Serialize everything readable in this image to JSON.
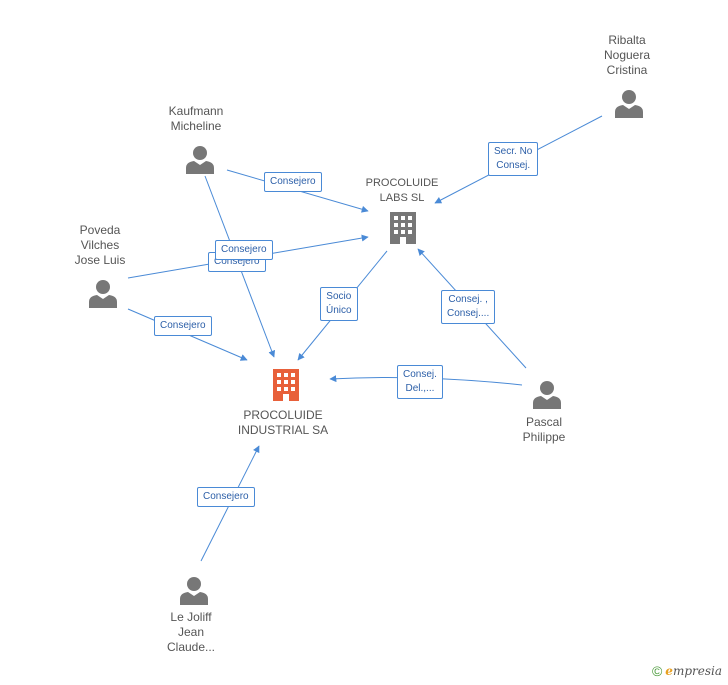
{
  "nodes": {
    "procoluide_industrial": {
      "lines": [
        "PROCOLUIDE",
        "INDUSTRIAL SA"
      ],
      "color": "#e8603a"
    },
    "procoluide_labs": {
      "lines": [
        "PROCOLUIDE",
        "LABS SL"
      ],
      "color": "#777777"
    },
    "ribalta": {
      "lines": [
        "Ribalta",
        "Noguera",
        "Cristina"
      ]
    },
    "kaufmann": {
      "lines": [
        "Kaufmann",
        "Micheline"
      ]
    },
    "poveda": {
      "lines": [
        "Poveda",
        "Vilches",
        "Jose Luis"
      ]
    },
    "pascal": {
      "lines": [
        "Pascal",
        "Philippe"
      ]
    },
    "lejoliff": {
      "lines": [
        "Le Joliff",
        "Jean",
        "Claude..."
      ]
    }
  },
  "edges": {
    "ribalta_labs": [
      "Secr.  No",
      "Consej."
    ],
    "kaufmann_labs": [
      "Consejero"
    ],
    "poveda_labs": [
      "Consejero"
    ],
    "kaufmann_industrial": [
      "Consejero"
    ],
    "poveda_industrial": [
      "Consejero"
    ],
    "labs_industrial": [
      "Socio",
      "Único"
    ],
    "pascal_labs": [
      "Consej. ,",
      "Consej...."
    ],
    "pascal_industrial": [
      "Consej.",
      "Del.,..."
    ],
    "lejoliff_industrial": [
      "Consejero"
    ]
  },
  "footer": {
    "copyright": "©",
    "brand_first": "e",
    "brand_rest": "mpresia"
  },
  "colors": {
    "edge": "#4a8ad6",
    "person": "#777777",
    "company_main": "#e8603a",
    "company_secondary": "#777777"
  }
}
